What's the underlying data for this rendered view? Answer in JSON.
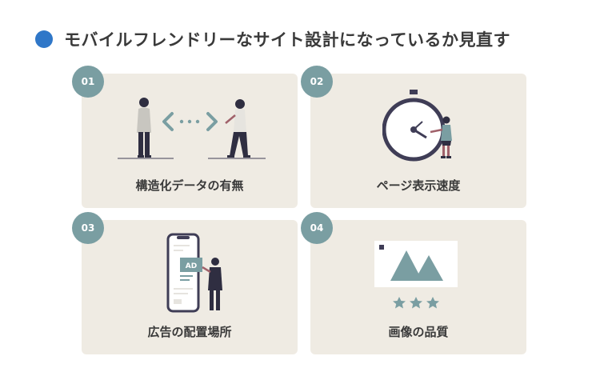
{
  "header": {
    "title": "モバイルフレンドリーなサイト設計になっているか見直す",
    "bullet_color": "#2f77c8"
  },
  "cards": [
    {
      "number": "01",
      "label": "構造化データの有無",
      "icon": "people-exchange-arrows-illustration"
    },
    {
      "number": "02",
      "label": "ページ表示速度",
      "icon": "stopwatch-person-illustration"
    },
    {
      "number": "03",
      "label": "広告の配置場所",
      "icon": "phone-ad-person-illustration"
    },
    {
      "number": "04",
      "label": "画像の品質",
      "icon": "image-stars-illustration"
    }
  ],
  "colors": {
    "card_bg": "#efebe3",
    "badge_bg": "#7a9ea2",
    "accent_teal": "#7a9ea2",
    "dark_figure": "#2f2e41",
    "text": "#3a3a3a"
  },
  "illustration_text": {
    "ad_label": "AD"
  }
}
